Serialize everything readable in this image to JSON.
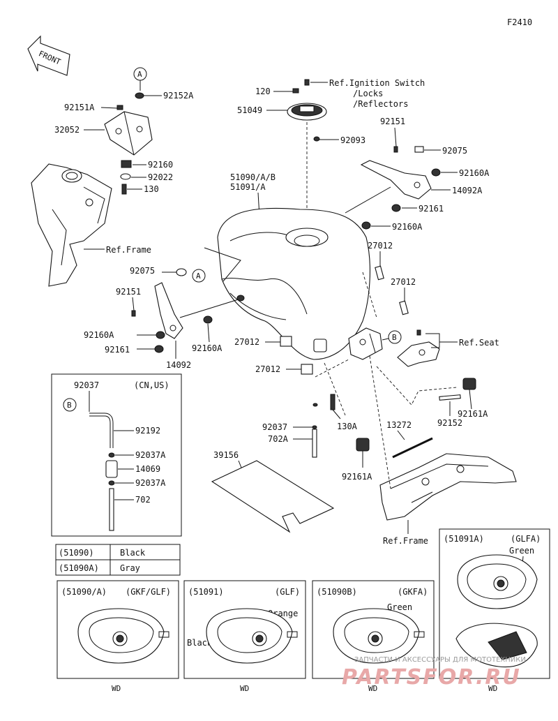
{
  "diagram_code": "F2410",
  "front_label": "FRONT",
  "callouts": {
    "a": "A",
    "b": "B"
  },
  "parts": {
    "p92152A": "92152A",
    "p92151A": "92151A",
    "p32052": "32052",
    "p92160": "92160",
    "p92022": "92022",
    "p130": "130",
    "p120": "120",
    "p51049": "51049",
    "p92093": "92093",
    "p92151_top": "92151",
    "p92075_r": "92075",
    "p92160A_r1": "92160A",
    "p14092A": "14092A",
    "p92161_r": "92161",
    "p92160A_r2": "92160A",
    "p51090": "51090/A/B",
    "p51091": "51091/A",
    "p92075_l": "92075",
    "p92151_l": "92151",
    "p92160A_l": "92160A",
    "p92161_l": "92161",
    "p92160A_c": "92160A",
    "p14092": "14092",
    "p27012_a": "27012",
    "p27012_b": "27012",
    "p27012_c": "27012",
    "p27012_d": "27012",
    "p92037": "92037",
    "p702A": "702A",
    "p130A": "130A",
    "p13272": "13272",
    "p92161A_r": "92161A",
    "p92152": "92152",
    "p92161A_b": "92161A",
    "p39156": "39156"
  },
  "refs": {
    "ignition1": "Ref.Ignition Switch",
    "ignition2": "/Locks",
    "ignition3": "/Reflectors",
    "frame1": "Ref.Frame",
    "seat": "Ref.Seat",
    "frame2": "Ref.Frame"
  },
  "inset_cn_us": {
    "header": "92037",
    "region": "(CN,US)",
    "callout": "B",
    "parts": [
      "92192",
      "92037A",
      "14069",
      "92037A",
      "702"
    ]
  },
  "color_table": [
    {
      "code": "(51090)",
      "color": "Black"
    },
    {
      "code": "(51090A)",
      "color": "Gray"
    }
  ],
  "variants": [
    {
      "code": "(51090/A)",
      "model": "(GKF/GLF)",
      "labels": [],
      "footer": "WD"
    },
    {
      "code": "(51091)",
      "model": "(GLF)",
      "labels": [
        "Orange",
        "Black"
      ],
      "footer": "WD"
    },
    {
      "code": "(51090B)",
      "model": "(GKFA)",
      "labels": [
        "Green"
      ],
      "footer": "WD"
    },
    {
      "code": "(51091A)",
      "model": "(GLFA)",
      "labels": [
        "Green"
      ],
      "footer": "WD"
    }
  ],
  "watermark": {
    "line1": "ЗАПЧАСТИ И АКСЕССУАРЫ ДЛЯ МОТОТЕХНИКИ",
    "line2": "PARTSFOR.RU"
  },
  "colors": {
    "ink": "#111111",
    "watermark": "#e8a8a8"
  }
}
